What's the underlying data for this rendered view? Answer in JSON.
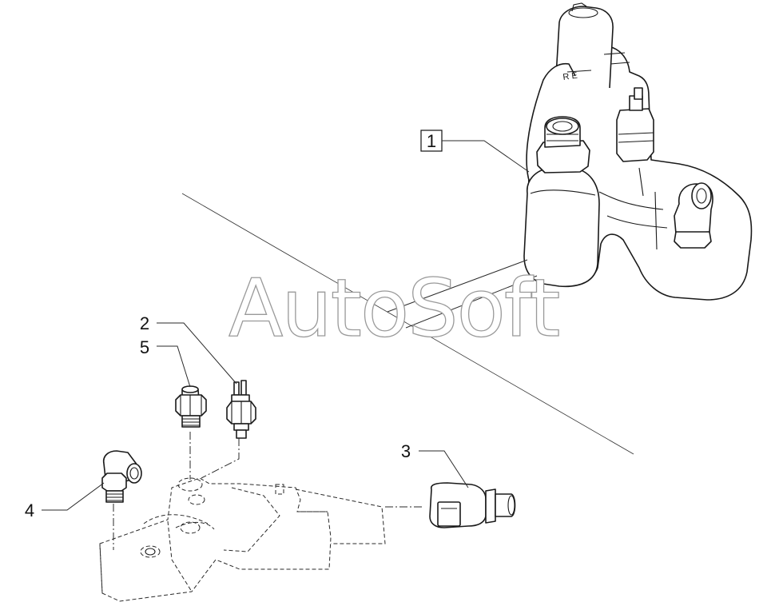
{
  "watermark": "AutoSoft",
  "callouts": {
    "c1": "1",
    "c2": "2",
    "c3": "3",
    "c4": "4",
    "c5": "5"
  },
  "colors": {
    "line": "#1a1a1a",
    "background": "#ffffff",
    "watermark_outline": "#9a9a9a"
  }
}
